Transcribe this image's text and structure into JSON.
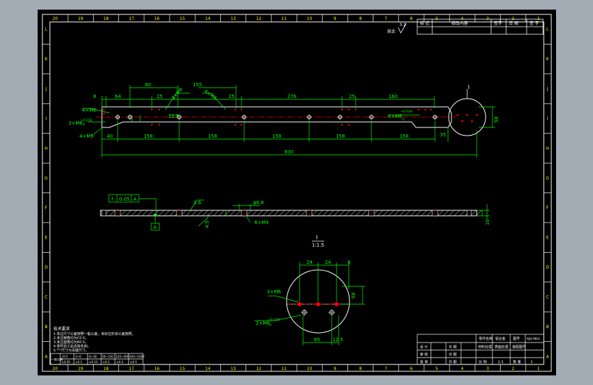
{
  "colors": {
    "background_outer": "#a3acb5",
    "sheet": "#000000",
    "border": "#ffffff",
    "dimension": "#00ff00",
    "outline": "#ffffff",
    "hidden": "#ff0000",
    "label": "#ffff00"
  },
  "border": {
    "top_zones": [
      "20",
      "19",
      "18",
      "17",
      "16",
      "15",
      "14",
      "13",
      "12",
      "11",
      "10",
      "9",
      "8",
      "7",
      "6",
      "5",
      "4",
      "3",
      "2",
      "1"
    ],
    "bottom_zones": [
      "20",
      "19",
      "18",
      "17",
      "16",
      "15",
      "14",
      "13",
      "12",
      "11",
      "10",
      "9",
      "8",
      "7",
      "6",
      "5",
      "4",
      "3",
      "2",
      "1"
    ],
    "side_zones": [
      "L",
      "K",
      "J",
      "I",
      "H",
      "G",
      "F",
      "E",
      "D",
      "C",
      "B",
      "A"
    ]
  },
  "revision_table": {
    "headers": [
      "标 记",
      "修改内容",
      "签字",
      "日 期",
      "签 字"
    ]
  },
  "roughness": {
    "label": "其余",
    "value": "3.2"
  },
  "top_view": {
    "dims_top": [
      "8",
      "64",
      "80",
      "25",
      "4×M6",
      "155",
      "4×M6",
      "25",
      "276",
      "25",
      "160"
    ],
    "dims_bottom": [
      "40",
      "158",
      "158",
      "158",
      "158",
      "158",
      "35"
    ],
    "overall_length": "830",
    "left_notes": [
      "4×M6",
      "3×M6",
      "4×M5"
    ],
    "tolerance": "+0.018",
    "tolerance_zero": "0",
    "hole_dim": "12.5",
    "right_hole_note": "4×M6",
    "right_height": "58",
    "detail_label": "I"
  },
  "front_view": {
    "geo_tol": [
      "f",
      "0.05",
      "A"
    ],
    "datum": "A",
    "roughness": "1.6",
    "small_dims": [
      "φ8.8",
      "6×M4",
      "4.5",
      "10"
    ]
  },
  "detail_view": {
    "label": "I",
    "scale": "1:1.5",
    "dims": [
      "24",
      "24",
      "6",
      "58",
      "65",
      "12.5"
    ],
    "notes": [
      "3×M6",
      "2×M6"
    ],
    "tolerance": "+0.018",
    "tolerance_zero": "0"
  },
  "tech_req": {
    "title": "技术要求",
    "items": [
      "1.未注尺寸公差按照一般公差，未标注形状公差按照。",
      "2.未注倒角均为C0.5。",
      "3.未注圆角均为R0.5。",
      "4.零件加工后去除毛刺。",
      "5.\"*\"尺寸为关键尺寸。"
    ]
  },
  "tolerance_table": {
    "title": "一般公差",
    "headers": [
      "尺寸",
      "3~6",
      "6~30",
      "30~120",
      "120~400",
      "400~1000"
    ],
    "values": [
      "±0.05",
      "±0.1",
      "±0.15",
      "±0.2",
      "±0.3",
      "±0.5"
    ]
  },
  "title_block": {
    "row1": [
      "零件名称",
      "铝合金",
      "图号",
      "XJQ-P801"
    ],
    "row2": [
      "材料处理",
      "表面处理",
      "装配图号"
    ],
    "labels": [
      "设 计",
      "审 核",
      "批 准"
    ],
    "date_labels": [
      "日 期",
      "日 期",
      "日 期"
    ],
    "bottom": [
      "比 例",
      "1:1",
      "数 量",
      "1"
    ]
  }
}
